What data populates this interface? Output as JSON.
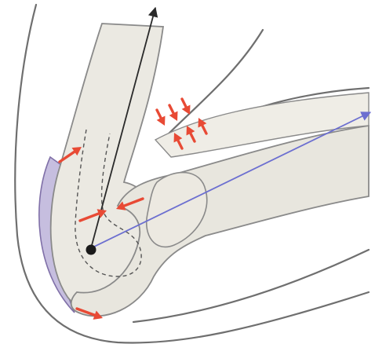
{
  "colors": {
    "bone_fill": "#ebe9e2",
    "bone_edge": "#8a8a8a",
    "outline": "#6f6f6f",
    "bursa_fill": "#c6bedf",
    "bursa_edge": "#8070a8",
    "force_arrow": "#e84a35",
    "humeral_axis": "#2a2a2a",
    "ulnar_axis": "#6c6fd0",
    "pivot": "#1a1a1a",
    "background": "#ffffff"
  },
  "figure": {
    "arrow_style": "red filled arrowheads",
    "axes": [
      "humeral-axis",
      "ulnar-axis"
    ],
    "has_text_labels": false
  }
}
